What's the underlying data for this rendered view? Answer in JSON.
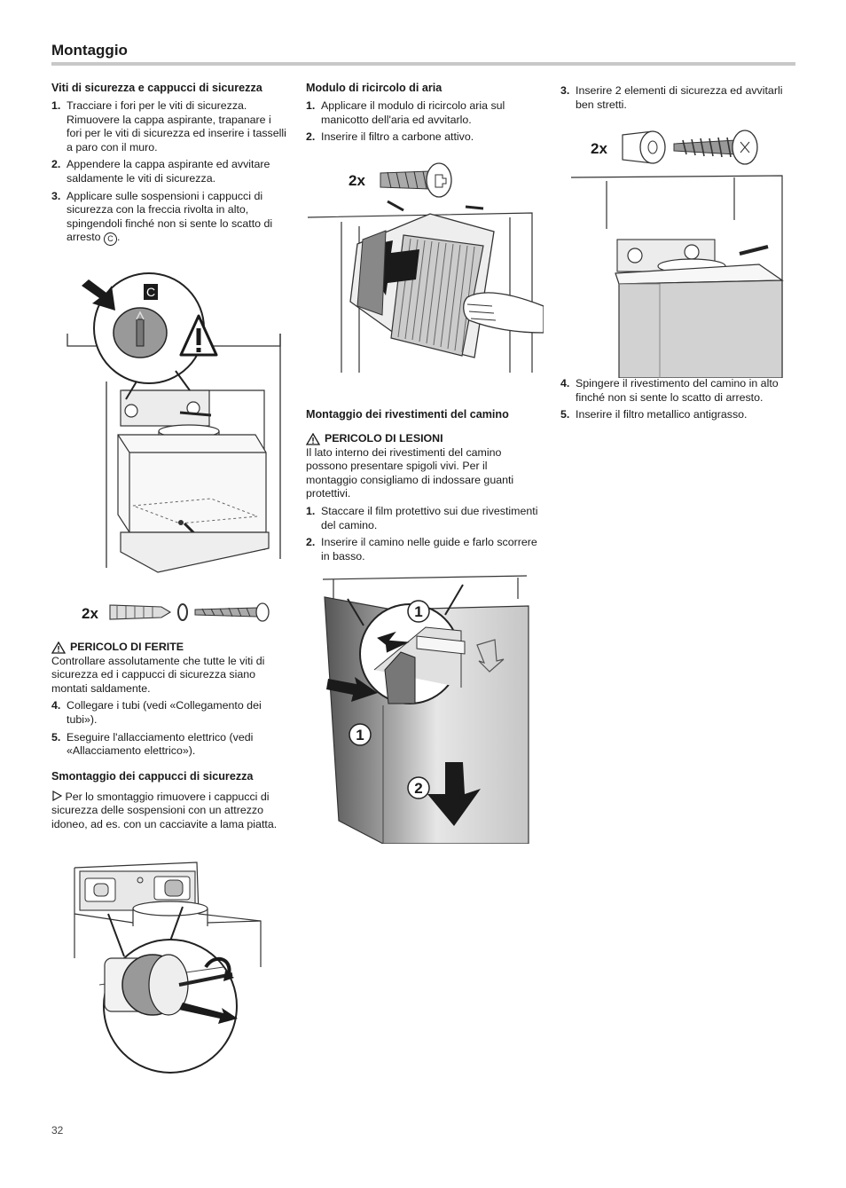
{
  "header": {
    "title": "Montaggio"
  },
  "col1": {
    "section1_title": "Viti di sicurezza e cappucci di sicurezza",
    "steps1": [
      {
        "num": "1.",
        "text": "Tracciare i fori per le viti di sicurezza. Rimuovere la cappa aspirante, trapanare i fori per le viti di sicurezza ed inserire i tasselli a paro con il muro."
      },
      {
        "num": "2.",
        "text": "Appendere la cappa aspirante ed avvitare saldamente le viti di sicurezza."
      },
      {
        "num": "3.",
        "text": "Applicare sulle sospensioni i cappucci di sicurezza con la freccia rivolta in alto, spingendoli finché non si sente lo scatto di arresto"
      }
    ],
    "step3_symbol": "C",
    "figure1": {
      "label_c": "C",
      "label_2x": "2x"
    },
    "warning1_title": "PERICOLO DI FERITE",
    "warning1_text": "Controllare assolutamente che tutte le viti di sicurezza ed i cappucci di sicurezza siano montati saldamente.",
    "steps2": [
      {
        "num": "4.",
        "text": "Collegare i tubi (vedi «Collegamento dei tubi»)."
      },
      {
        "num": "5.",
        "text": "Eseguire l'allacciamento elettrico (vedi «Allacciamento elettrico»)."
      }
    ],
    "section2_title": "Smontaggio dei cappucci di sicurezza",
    "tip_text": "Per lo smontaggio rimuovere i cappucci di sicurezza delle sospensioni con un attrezzo idoneo, ad es. con un cacciavite a lama piatta."
  },
  "col2": {
    "section1_title": "Modulo di ricircolo di aria",
    "steps1": [
      {
        "num": "1.",
        "text": "Applicare il modulo di ricircolo aria sul manicotto dell'aria ed avvitarlo."
      },
      {
        "num": "2.",
        "text": "Inserire il filtro a carbone attivo."
      }
    ],
    "figure1": {
      "label_2x": "2x"
    },
    "section2_title": "Montaggio dei rivestimenti del camino",
    "warning_title": "PERICOLO DI LESIONI",
    "warning_text": "Il lato interno dei rivestimenti del camino possono presentare spigoli vivi. Per il montaggio consigliamo di indossare guanti protettivi.",
    "steps2": [
      {
        "num": "1.",
        "text": "Staccare il film protettivo sui due rivestimenti del camino."
      },
      {
        "num": "2.",
        "text": "Inserire il camino nelle guide e farlo scorrere in basso."
      }
    ],
    "figure2": {
      "label_1a": "1",
      "label_1b": "1",
      "label_2": "2"
    }
  },
  "col3": {
    "steps1": [
      {
        "num": "3.",
        "text": "Inserire 2 elementi di sicurezza ed avvitarli ben stretti."
      }
    ],
    "figure1": {
      "label_2x": "2x"
    },
    "steps2": [
      {
        "num": "4.",
        "text": "Spingere il rivestimento del camino in alto finché non si sente lo scatto di arresto."
      },
      {
        "num": "5.",
        "text": "Inserire il filtro metallico antigrasso."
      }
    ]
  },
  "footer": {
    "page_number": "32"
  }
}
